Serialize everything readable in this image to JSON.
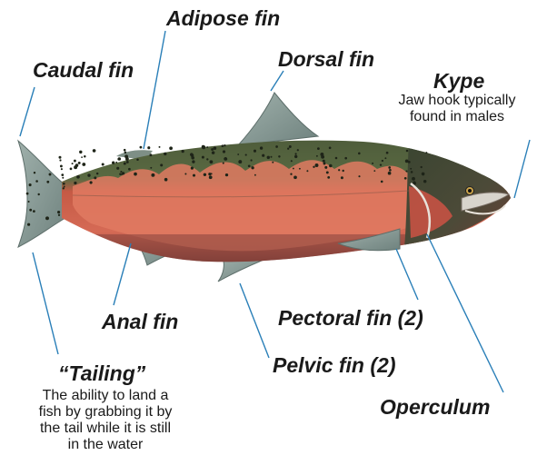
{
  "labels": {
    "adipose": "Adipose fin",
    "caudal": "Caudal fin",
    "dorsal": "Dorsal fin",
    "kype": "Kype",
    "anal": "Anal fin",
    "pectoral": "Pectoral fin (2)",
    "pelvic": "Pelvic fin (2)",
    "tailing": "“Tailing”",
    "operculum": "Operculum"
  },
  "descriptions": {
    "kype": [
      "Jaw hook typically",
      "found in males"
    ],
    "tailing": [
      "The ability to land a",
      "fish by grabbing it by",
      "the tail while it is still",
      "in the water"
    ]
  },
  "colors": {
    "leader_line": "#2a7fb8",
    "fin": "#8a9c98",
    "back": "#4d5b3a",
    "red_band": "#d2604a",
    "belly": "#8c4a3f",
    "head": "#3e4735"
  }
}
